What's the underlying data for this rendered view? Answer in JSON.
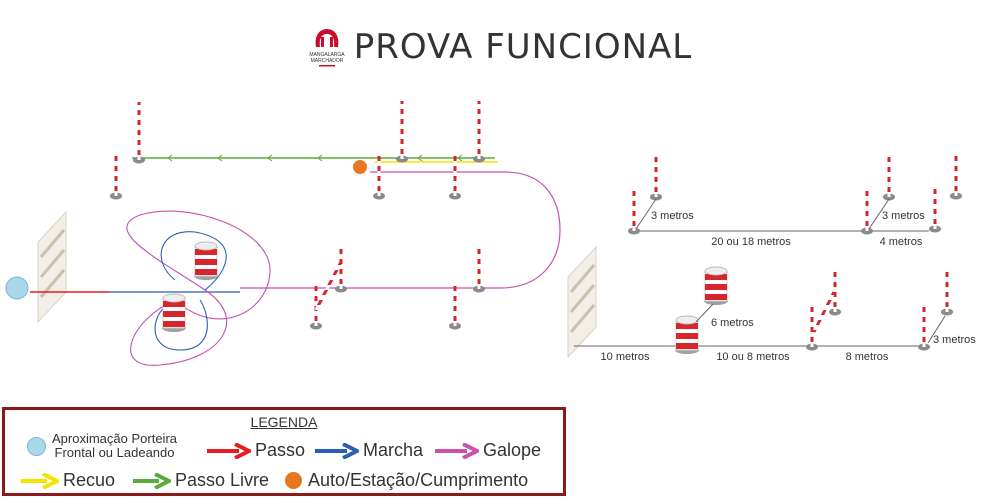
{
  "header": {
    "title": "PROVA FUNCIONAL",
    "logo": {
      "text_top": "MANGALARGA",
      "text_bottom": "MARCHADOR",
      "color": "#c8102e"
    }
  },
  "diagram": {
    "measurements": {
      "m_3a": "3 metros",
      "m_20_18": "20 ou 18 metros",
      "m_3b": "3 metros",
      "m_4": "4 metros",
      "m_6": "6 metros",
      "m_10": "10 metros",
      "m_10_8": "10 ou 8 metros",
      "m_8": "8 metros",
      "m_3c": "3 metros"
    }
  },
  "legend": {
    "title": "LEGENDA",
    "approach": {
      "line1": "Aproximação Porteira",
      "line2": "Frontal ou Ladeando",
      "color": "#a8d8ea"
    },
    "passo": {
      "label": "Passo",
      "color": "#e31e24"
    },
    "marcha": {
      "label": "Marcha",
      "color": "#2b5fb4"
    },
    "galope": {
      "label": "Galope",
      "color": "#c94fb0"
    },
    "recuo": {
      "label": "Recuo",
      "color": "#f5e400"
    },
    "passo_livre": {
      "label": "Passo Livre",
      "color": "#5aab3a"
    },
    "auto": {
      "label": "Auto/Estação/Cumprimento",
      "color": "#e87722"
    }
  },
  "colors": {
    "pole_red": "#d7262b",
    "base_gray": "#8a8a8a",
    "border": "#8b1a1a"
  }
}
